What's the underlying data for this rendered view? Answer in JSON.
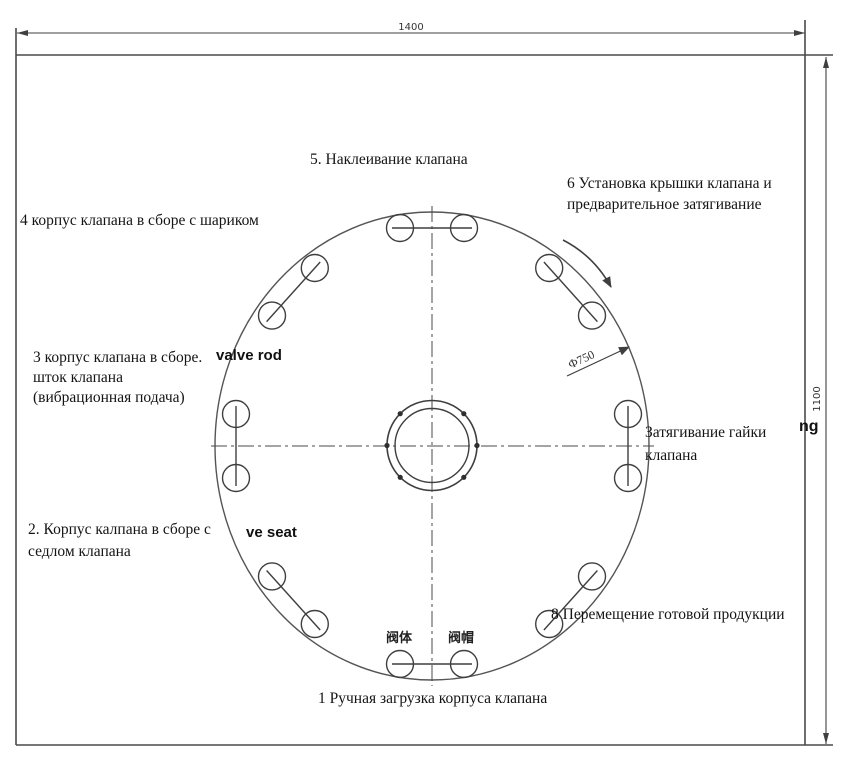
{
  "diagram": {
    "station_labels": {
      "s1": "1 Ручная загрузка корпуса клапана",
      "s2": "2. Корпус калпана в сборе с\nседлом клапана",
      "s3": "3 корпус клапана в сборе.\nшток клапана\n(вибрационная подача)",
      "s4": "4 корпус клапана в сборе с шариком",
      "s5": "5. Наклеивание клапана",
      "s6": "6 Установка крышки клапана и\nпредварительное затягивание",
      "s7": "Затягивание гайки\nклапана",
      "s8": "8 Перемещение готовой продукции"
    },
    "english_overlays": {
      "valve_rod": "valve rod",
      "valve_seat": "ve seat",
      "remnant": "ng"
    },
    "cjk_labels": {
      "valve_body": "阀体",
      "valve_cap": "阀帽"
    },
    "dimensions": {
      "width": "1400",
      "height": "1100",
      "diameter": "Ф750"
    },
    "colors": {
      "line": "#3f3f3f",
      "text": "#141414",
      "background": "#ffffff"
    }
  }
}
